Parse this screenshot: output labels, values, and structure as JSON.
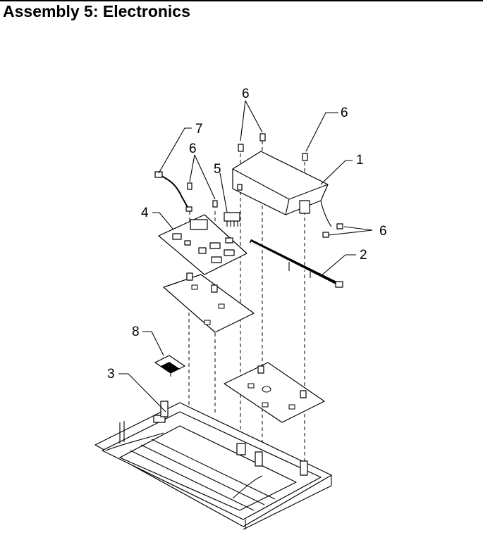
{
  "title": "Assembly 5: Electronics",
  "callouts": [
    {
      "id": "1",
      "label": "1"
    },
    {
      "id": "2",
      "label": "2"
    },
    {
      "id": "3",
      "label": "3"
    },
    {
      "id": "4",
      "label": "4"
    },
    {
      "id": "5",
      "label": "5"
    },
    {
      "id": "6a",
      "label": "6"
    },
    {
      "id": "6b",
      "label": "6"
    },
    {
      "id": "6c",
      "label": "6"
    },
    {
      "id": "6d",
      "label": "6"
    },
    {
      "id": "7",
      "label": "7"
    },
    {
      "id": "8",
      "label": "8"
    }
  ]
}
